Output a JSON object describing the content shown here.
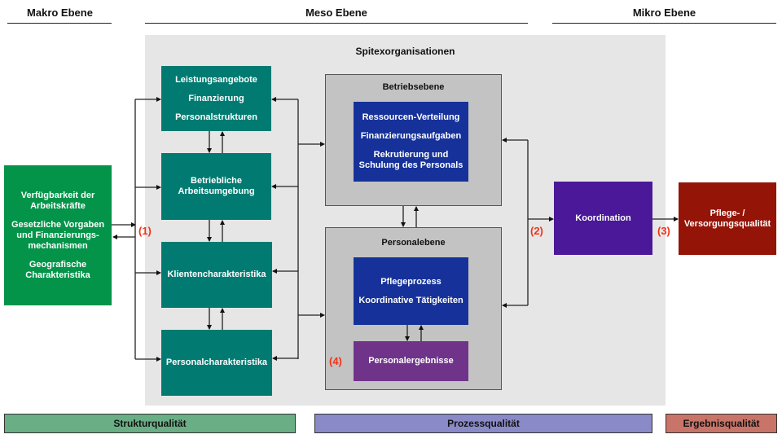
{
  "levels": {
    "makro": "Makro Ebene",
    "meso": "Meso Ebene",
    "mikro": "Mikro Ebene"
  },
  "container_title": "Spitexorganisationen",
  "makro_box": {
    "lines": [
      "Verfügbarkeit der",
      "Arbeitskräfte",
      "Gesetzliche Vorgaben",
      "und Finanzierungs-",
      "mechanismen",
      "Geografische",
      "Charakteristika"
    ]
  },
  "structure_boxes": [
    {
      "lines": [
        "Leistungsangebote",
        "Finanzierung",
        "Personalstrukturen"
      ]
    },
    {
      "lines": [
        "Betriebliche",
        "Arbeitsumgebung"
      ]
    },
    {
      "lines": [
        "Klientencharakteristika"
      ]
    },
    {
      "lines": [
        "Personalcharakteristika"
      ]
    }
  ],
  "betriebsebene": {
    "title": "Betriebsebene",
    "lines": [
      "Ressourcen-Verteilung",
      "Finanzierungsaufgaben",
      "Rekrutierung und",
      "Schulung des Personals"
    ]
  },
  "personalebene": {
    "title": "Personalebene",
    "lines": [
      "Pflegeprozess",
      "Koordinative Tätigkeiten"
    ],
    "outcome": "Personalergebnisse"
  },
  "koordination": "Koordination",
  "outcome_box": {
    "lines": [
      "Pflege- /",
      "Versorgungsqualität"
    ]
  },
  "markers": {
    "m1": "(1)",
    "m2": "(2)",
    "m3": "(3)",
    "m4": "(4)"
  },
  "bands": {
    "struktur": "Strukturqualität",
    "prozess": "Prozessqualität",
    "ergebnis": "Ergebnisqualität"
  },
  "colors": {
    "teal": "#017b72",
    "green": "#039449",
    "blue": "#16329a",
    "koordination": "#4a1898",
    "personalergebnisse": "#6f338a",
    "outcome": "#941408",
    "marker": "#f0341a",
    "band_struktur": "#6aae86",
    "band_prozess": "#8a8ac8",
    "band_ergebnis": "#c97468"
  }
}
